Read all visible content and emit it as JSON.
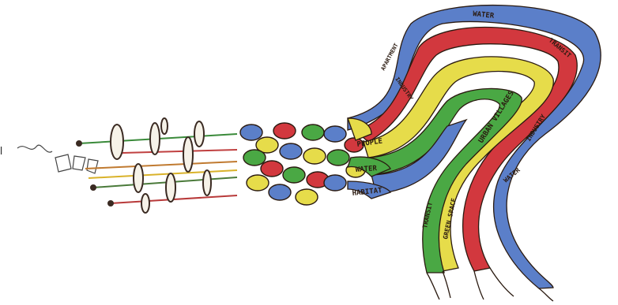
{
  "edge_text": "l",
  "colors": {
    "water": "#5b7fc9",
    "transit": "#d2383e",
    "green": "#4aa844",
    "yellow": "#e6dc4a",
    "orange": "#e9a53a",
    "ink": "#2a1a10"
  },
  "labels": {
    "water_top": "WATER",
    "transit_top": "TRANSIT",
    "apartment": "APARTMENT",
    "industry_left": "INDUSTRY",
    "people": "PEOPLE",
    "water_left": "WATER",
    "habitat": "HABITAT",
    "urban_villages": "URBAN VILLAGES",
    "industry_right": "INDUSTRY",
    "water_right": "WATER",
    "transit_bottom": "TRANSIT",
    "green_space": "GREEN SPACE"
  }
}
